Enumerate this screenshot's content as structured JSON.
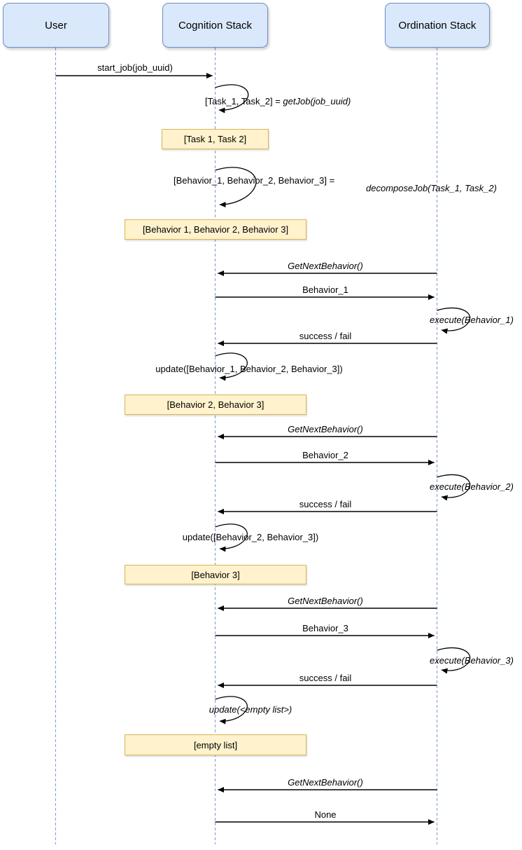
{
  "diagram_type": "uml-sequence-diagram",
  "actors": {
    "user": "User",
    "cognition": "Cognition Stack",
    "ordination": "Ordination Stack"
  },
  "messages": {
    "start_job": "start_job(job_uuid)",
    "getjob_prefix": "[Task_1, Task_2] = ",
    "getjob_call": "getJob(job_uuid)",
    "decompose_prefix": "[Behavior_1, Behavior_2, Behavior_3] =",
    "decompose_call": "decomposeJob(Task_1, Task_2)",
    "get_next_behavior": "GetNextBehavior()",
    "behavior_1": "Behavior_1",
    "behavior_2": "Behavior_2",
    "behavior_3": "Behavior_3",
    "execute_1": "execute(Behavior_1)",
    "execute_2": "execute(Behavior_2)",
    "execute_3": "execute(Behavior_3)",
    "success_fail": "success / fail",
    "update_full": "update([Behavior_1, Behavior_2, Behavior_3])",
    "update_partial": "update([Behavior_2, Behavior_3])",
    "update_empty": "update(<empty list>)",
    "none_reply": "None"
  },
  "notes": {
    "tasks": "[Task 1, Task 2]",
    "behaviors_all": "[Behavior 1, Behavior 2, Behavior 3]",
    "behaviors_23": "[Behavior 2, Behavior 3]",
    "behavior_3_only": "[Behavior 3]",
    "empty_list": "[empty list]"
  },
  "colors": {
    "actor_fill": "#dae8fc",
    "actor_border": "#6c8ebf",
    "note_fill": "#fff2cc",
    "note_border": "#d6b656",
    "lifeline": "#7b9bc8",
    "arrow": "#000000",
    "text": "#000000",
    "background": "#ffffff"
  }
}
